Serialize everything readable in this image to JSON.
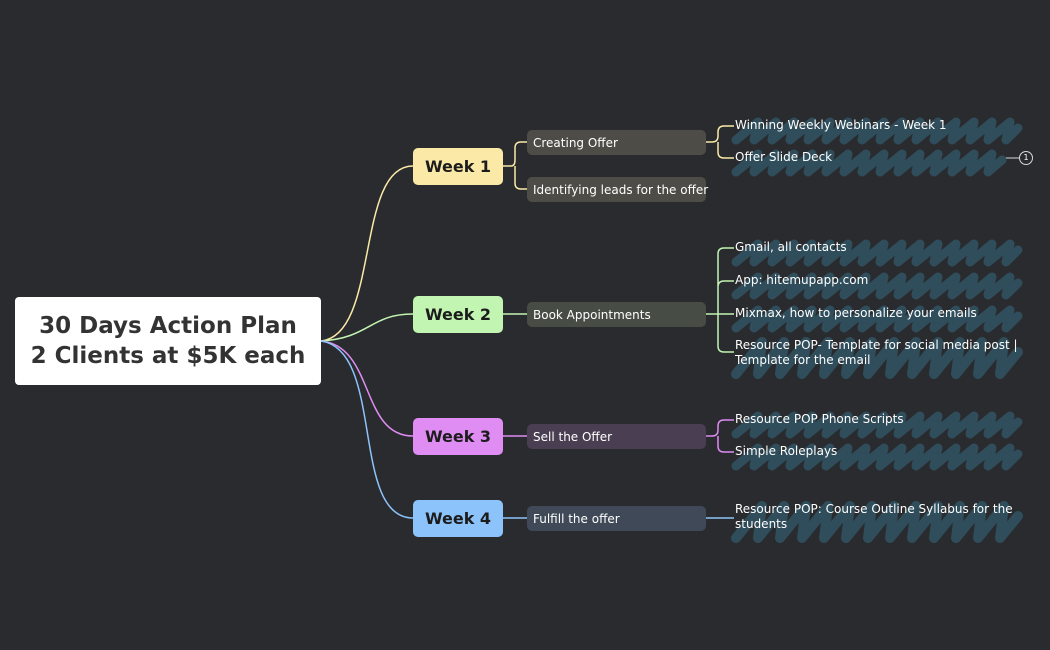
{
  "root": {
    "title_line1": "30 Days Action Plan",
    "title_line2": "2 Clients at $5K each"
  },
  "colors": {
    "background": "#2a2b2e",
    "week1": "#fbe9a7",
    "week2": "#c3f5b2",
    "week3": "#df8df3",
    "week4": "#8cc3fb",
    "sub1": "#4e4c46",
    "sub2": "#474d45",
    "sub3": "#4a3e52",
    "sub4": "#3f4957",
    "scribble": "#2f4d5b"
  },
  "weeks": [
    {
      "label": "Week 1",
      "topics": [
        "Creating Offer",
        "Identifying leads for the offer"
      ],
      "resources": [
        "Winning Weekly Webinars - Week 1",
        "Offer Slide Deck"
      ]
    },
    {
      "label": "Week 2",
      "topics": [
        "Book Appointments"
      ],
      "resources": [
        "Gmail, all contacts",
        "App: hitemupapp.com",
        "Mixmax, how to personalize your emails",
        "Resource POP- Template for social media post | Template for the email"
      ]
    },
    {
      "label": "Week 3",
      "topics": [
        "Sell the Offer"
      ],
      "resources": [
        "Resource POP Phone Scripts",
        "Simple Roleplays"
      ]
    },
    {
      "label": "Week 4",
      "topics": [
        "Fulfill the offer"
      ],
      "resources": [
        "Resource POP: Course Outline Syllabus for the students"
      ]
    }
  ],
  "badge": "1"
}
